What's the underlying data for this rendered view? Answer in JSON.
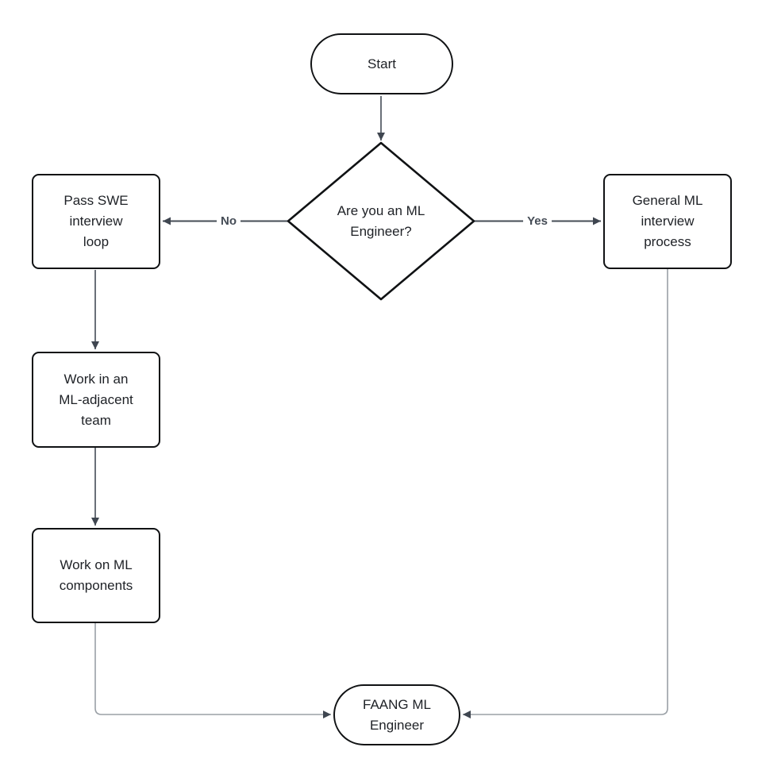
{
  "colors": {
    "canvas_bg": "#ffffff",
    "node_fill": "#ffffff",
    "node_border": "#101214",
    "node_text": "#1e2126",
    "connector_dark": "#454c56",
    "connector_light": "#9aa0a6",
    "arrowhead": "#3f4650"
  },
  "nodes": {
    "start": {
      "lines": [
        "Start"
      ]
    },
    "decision": {
      "lines": [
        "Are you an ML",
        "Engineer?"
      ]
    },
    "pass_swe": {
      "lines": [
        "Pass SWE",
        "interview",
        "loop"
      ]
    },
    "general_ml": {
      "lines": [
        "General ML",
        "interview",
        "process"
      ]
    },
    "ml_adjacent": {
      "lines": [
        "Work in an",
        "ML-adjacent",
        "team"
      ]
    },
    "ml_components": {
      "lines": [
        "Work on ML",
        "components"
      ]
    },
    "faang": {
      "lines": [
        "FAANG ML",
        "Engineer"
      ]
    }
  },
  "edge_labels": {
    "no": "No",
    "yes": "Yes"
  }
}
